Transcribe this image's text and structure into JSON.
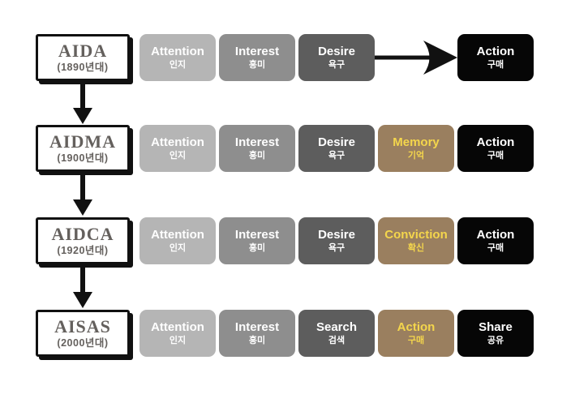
{
  "palette": {
    "stage_attention": "#b5b5b5",
    "stage_interest": "#8e8e8e",
    "stage_desire": "#5d5d5d",
    "stage_highlight": "#9a7f5f",
    "stage_final": "#060606",
    "text_white": "#ffffff",
    "text_yellow": "#f4d64c",
    "model_text": "#64605d",
    "arrow": "#111111"
  },
  "models": [
    {
      "name": "AIDA",
      "period": "(1890년대)",
      "stages": [
        {
          "label": "Attention",
          "sub": "인지"
        },
        {
          "label": "Interest",
          "sub": "흥미"
        },
        {
          "label": "Desire",
          "sub": "욕구"
        },
        {
          "label": "Action",
          "sub": "구매"
        }
      ]
    },
    {
      "name": "AIDMA",
      "period": "(1900년대)",
      "stages": [
        {
          "label": "Attention",
          "sub": "인지"
        },
        {
          "label": "Interest",
          "sub": "흥미"
        },
        {
          "label": "Desire",
          "sub": "욕구"
        },
        {
          "label": "Memory",
          "sub": "기억"
        },
        {
          "label": "Action",
          "sub": "구매"
        }
      ]
    },
    {
      "name": "AIDCA",
      "period": "(1920년대)",
      "stages": [
        {
          "label": "Attention",
          "sub": "인지"
        },
        {
          "label": "Interest",
          "sub": "흥미"
        },
        {
          "label": "Desire",
          "sub": "욕구"
        },
        {
          "label": "Conviction",
          "sub": "확신"
        },
        {
          "label": "Action",
          "sub": "구매"
        }
      ]
    },
    {
      "name": "AISAS",
      "period": "(2000년대)",
      "stages": [
        {
          "label": "Attention",
          "sub": "인지"
        },
        {
          "label": "Interest",
          "sub": "흥미"
        },
        {
          "label": "Search",
          "sub": "검색"
        },
        {
          "label": "Action",
          "sub": "구매"
        },
        {
          "label": "Share",
          "sub": "공유"
        }
      ]
    }
  ]
}
